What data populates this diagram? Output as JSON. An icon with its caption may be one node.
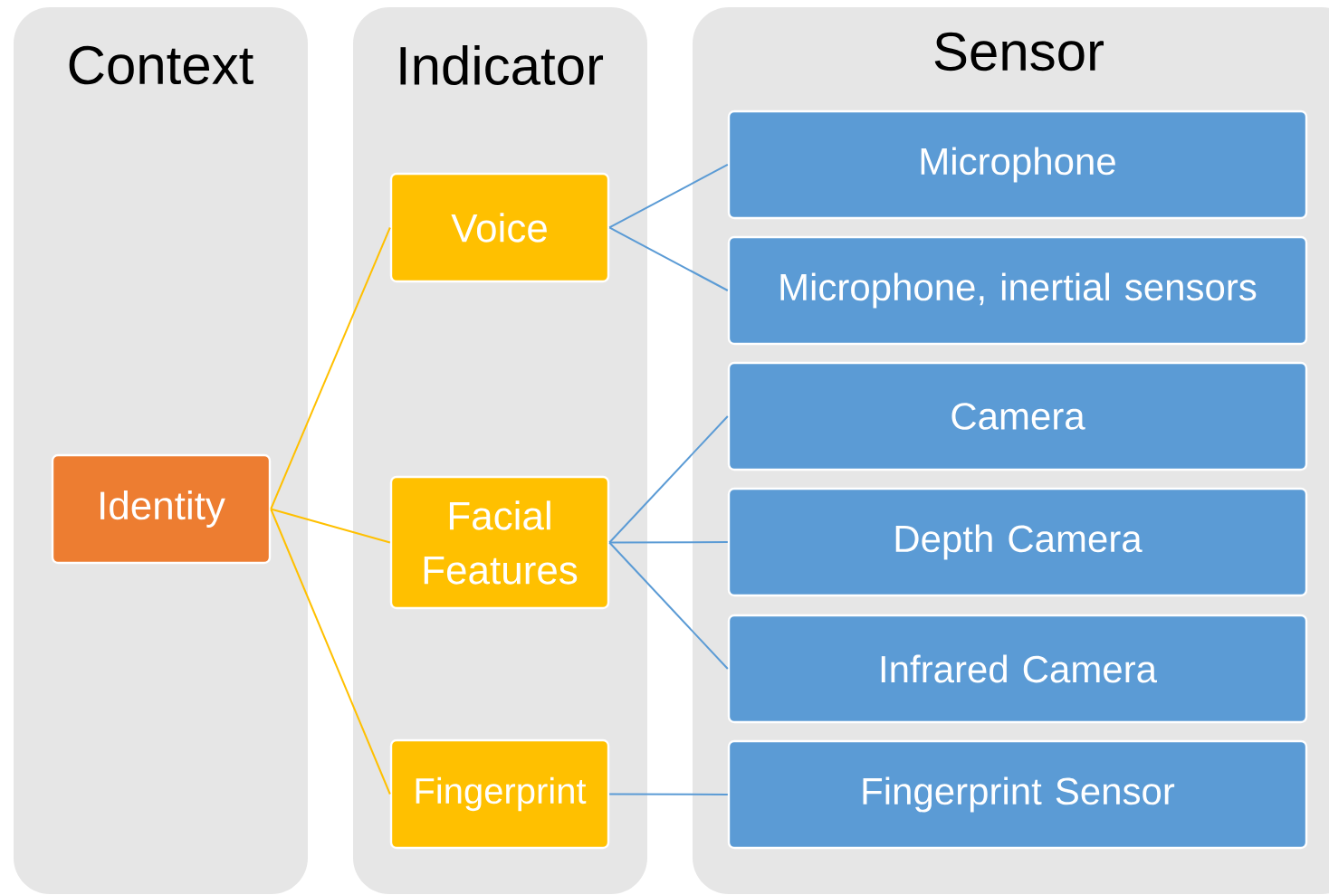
{
  "diagram": {
    "nodes": [
      {
        "text": [
          "Context"
        ]
      },
      {
        "text": [
          "Indicator"
        ]
      },
      {
        "text": [
          "Sensor"
        ]
      },
      {
        "text": [
          "Identity"
        ],
        "in": 0
      },
      {
        "text": [
          "Voice"
        ],
        "in": 1
      },
      {
        "text": [
          "Facial Features"
        ],
        "in": 1
      },
      {
        "text": [
          "Fingerprint"
        ],
        "in": 1
      },
      {
        "text": [
          "Microphone"
        ],
        "in": 2
      },
      {
        "text": [
          "Microphone, inertial sensors"
        ],
        "in": 2
      },
      {
        "text": [
          "Camera"
        ],
        "in": 2
      },
      {
        "text": [
          "Depth Camera"
        ],
        "in": 2
      },
      {
        "text": [
          "Infrared Camera"
        ],
        "in": 2
      },
      {
        "text": [
          "Fingerprint Sensor"
        ],
        "in": 2
      }
    ],
    "edges": [
      {
        "from": 3,
        "to": 4,
        "arrow": "none",
        "color": "#ffc000"
      },
      {
        "from": 3,
        "to": 5,
        "arrow": "none",
        "color": "#ffc000"
      },
      {
        "from": 3,
        "to": 6,
        "arrow": "none",
        "color": "#ffc000"
      },
      {
        "from": 4,
        "to": 7,
        "arrow": "none"
      },
      {
        "from": 4,
        "to": 8,
        "arrow": "none"
      },
      {
        "from": 5,
        "to": 9,
        "arrow": "none"
      },
      {
        "from": 5,
        "to": 10,
        "arrow": "none"
      },
      {
        "from": 5,
        "to": 11,
        "arrow": "none"
      },
      {
        "from": 6,
        "to": 12,
        "arrow": "none"
      }
    ]
  }
}
